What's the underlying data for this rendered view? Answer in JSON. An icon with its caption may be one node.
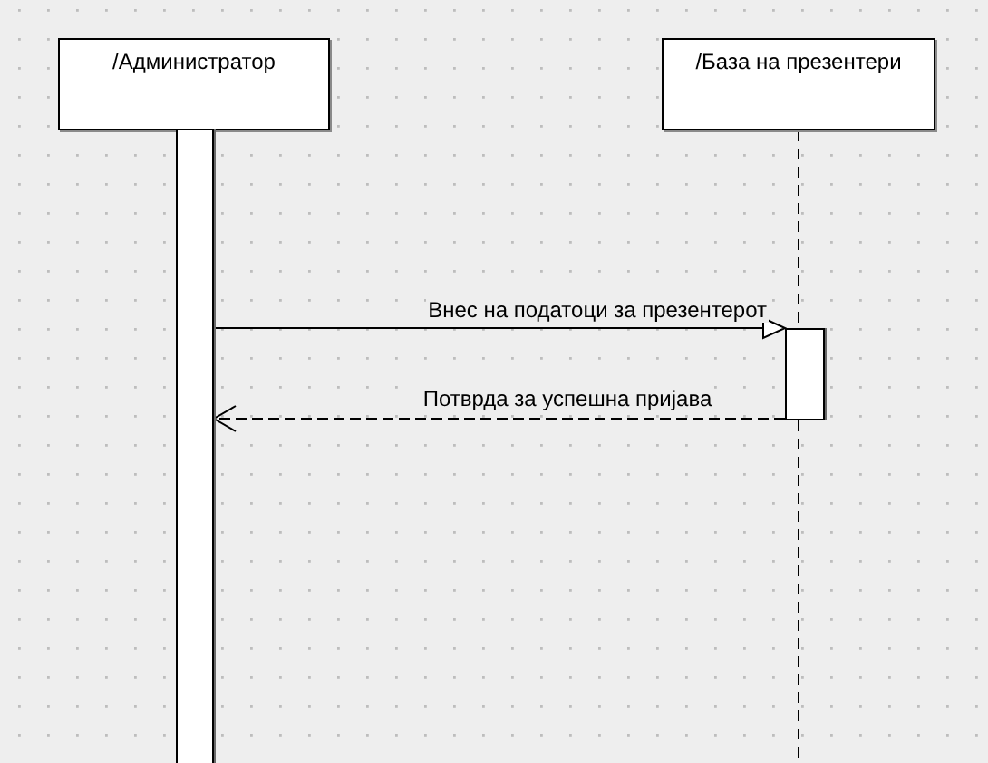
{
  "diagram": {
    "nodes": [
      {
        "text": [
          "/Администратор"
        ]
      },
      {
        "text": [
          "/База на презентери"
        ]
      },
      {
        "text": [],
        "shape": "bar"
      },
      {
        "text": [],
        "shape": "bar"
      }
    ],
    "edges": [
      {
        "from": 2,
        "to": 3,
        "arrow": "to",
        "label": "Внес на податоци за презентерот"
      },
      {
        "from": 3,
        "to": 2,
        "arrow": "to",
        "label": "Потврда за успешна пријава",
        "style": "dashed"
      },
      {
        "from": 1,
        "to": 3,
        "arrow": "none",
        "style": "dashed"
      },
      {
        "from": 3,
        "to": null,
        "arrow": "none",
        "style": "dashed"
      }
    ]
  }
}
